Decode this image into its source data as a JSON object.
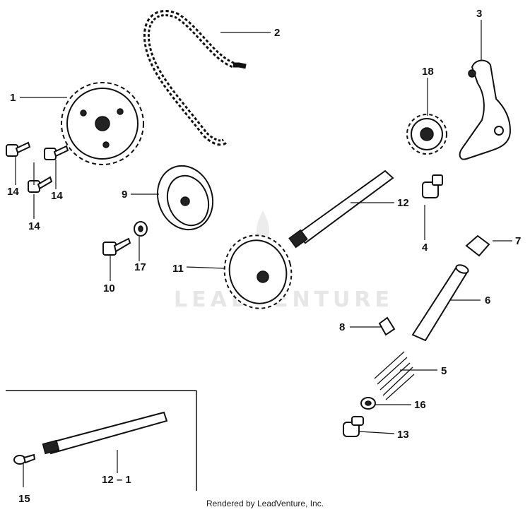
{
  "labels": {
    "l1": "1",
    "l2": "2",
    "l3": "3",
    "l4": "4",
    "l5": "5",
    "l6": "6",
    "l7": "7",
    "l8": "8",
    "l9": "9",
    "l10": "10",
    "l11": "11",
    "l12": "12",
    "l13": "13",
    "l14a": "14",
    "l14b": "14",
    "l14c": "14",
    "l15": "15",
    "l16": "16",
    "l17": "17",
    "l18": "18",
    "l12_1": "12 – 1"
  },
  "watermark": "LEADVENTURE",
  "footer": "Rendered by LeadVenture, Inc."
}
